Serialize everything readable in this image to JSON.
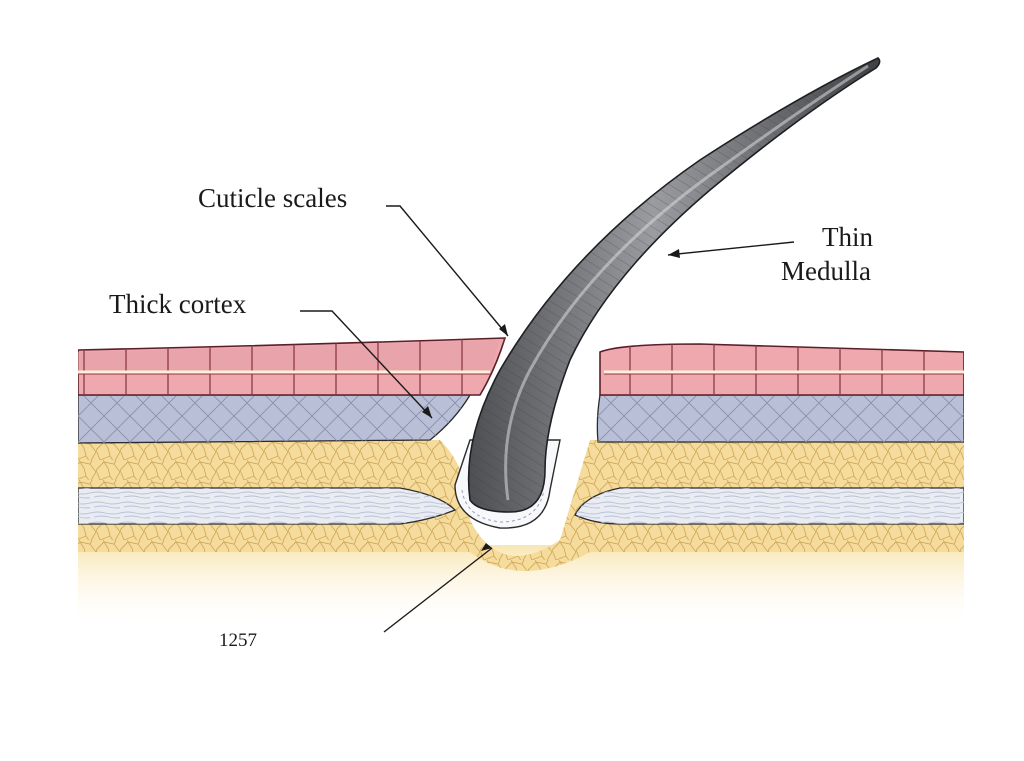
{
  "labels": {
    "cuticle_scales": "Cuticle scales",
    "thick_cortex": "Thick cortex",
    "thin": "Thin",
    "medulla": "Medulla",
    "figure_number": "1257"
  },
  "colors": {
    "epidermis_top": "#e8a9b0",
    "epidermis_bottom": "#eea8ae",
    "dermis_blue": "#b9bfd6",
    "fat_yellow": "#f5dc9c",
    "connective_white": "#e9ecf3",
    "subcutis": "#fbeec9",
    "hair_shaft": "#707275",
    "outline": "#2b2b2b"
  }
}
